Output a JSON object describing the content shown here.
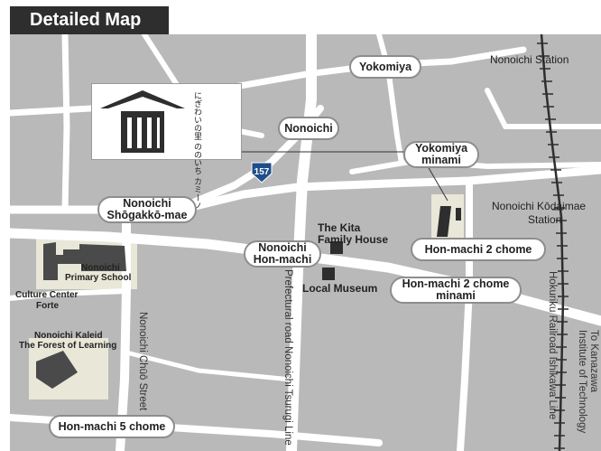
{
  "banner": {
    "title": "Detailed Map"
  },
  "route_shield": {
    "number": "157"
  },
  "logo": {
    "vertical_text": "にぎわいの里 ののいち カミーノ"
  },
  "stops": {
    "yokomiya": "Yokomiya",
    "nonoichi": "Nonoichi",
    "yokomiya_minami_1": "Yokomiya",
    "yokomiya_minami_2": "minami",
    "shogakko_1": "Nonoichi",
    "shogakko_2": "Shōgakkō-mae",
    "honmachi_1": "Nonoichi",
    "honmachi_2": "Hon-machi",
    "honmachi2chome": "Hon-machi 2 chome",
    "honmachi2chome_minami_1": "Hon-machi 2 chome",
    "honmachi2chome_minami_2": "minami",
    "honmachi5chome": "Hon-machi 5 chome"
  },
  "places": {
    "nonoichi_station": "Nonoichi Station",
    "kodaimae_1": "Nonoichi  Kōdaimae",
    "kodaimae_2": "Station",
    "kita_1": "The Kita",
    "kita_2": "Family House",
    "local_museum": "Local Museum",
    "primary_school_1": "Nonoichi",
    "primary_school_2": "Primary School",
    "culture_center_1": "Culture Center",
    "culture_center_2": "Forte",
    "kaleid_1": "Nonoichi Kaleid",
    "kaleid_2": "The Forest of Learning"
  },
  "roads": {
    "chuo_street": "Nonoichi Chūō Street",
    "prefectural": "Prefectural road Nonoichi Tsurugi Line",
    "railroad": "Hokuriku Railroad Ishikawa Line",
    "to_kanazawa_1": "To Kanazawa",
    "to_kanazawa_2": "Institute of Technology"
  },
  "colors": {
    "background": "#ffffff",
    "map_land": "#b9b9b9",
    "road": "#ffffff",
    "block": "#e9e7d8",
    "building": "#4a4a4a",
    "banner": "#2e2e2e",
    "route_shield": "#1e4f8a"
  }
}
